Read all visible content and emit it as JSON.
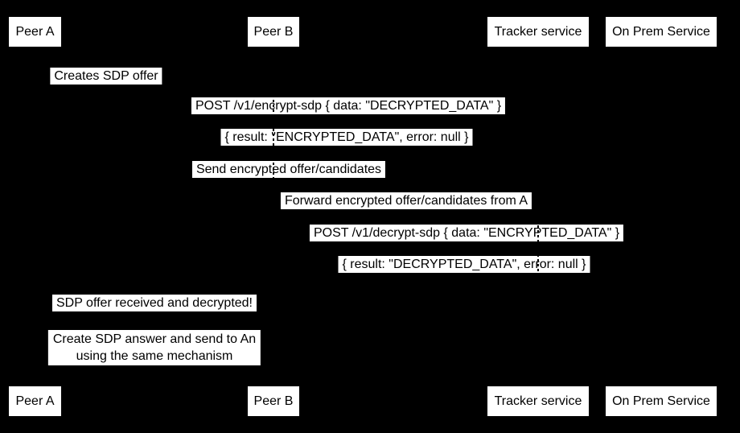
{
  "diagram_type": "sequence-diagram",
  "colors": {
    "background": "#000000",
    "label_background": "#ffffff",
    "text": "#000000"
  },
  "actors": [
    {
      "name": "Peer A"
    },
    {
      "name": "Peer B"
    },
    {
      "name": "Tracker service"
    },
    {
      "name": "On Prem Service"
    }
  ],
  "messages": [
    {
      "text": "Creates SDP offer"
    },
    {
      "text": "POST /v1/encrypt-sdp { data: \"DECRYPTED_DATA\" }"
    },
    {
      "text": "{ result: \"ENCRYPTED_DATA\", error: null }"
    },
    {
      "text": "Send encrypted offer/candidates"
    },
    {
      "text": "Forward encrypted offer/candidates from A"
    },
    {
      "text": "POST /v1/decrypt-sdp { data: \"ENCRYPTED_DATA\" }"
    },
    {
      "text": "{ result: \"DECRYPTED_DATA\", error: null }"
    },
    {
      "text": "SDP offer received and decrypted!"
    },
    {
      "lines": [
        "Create SDP answer and send to An",
        "using the same mechanism"
      ]
    }
  ]
}
